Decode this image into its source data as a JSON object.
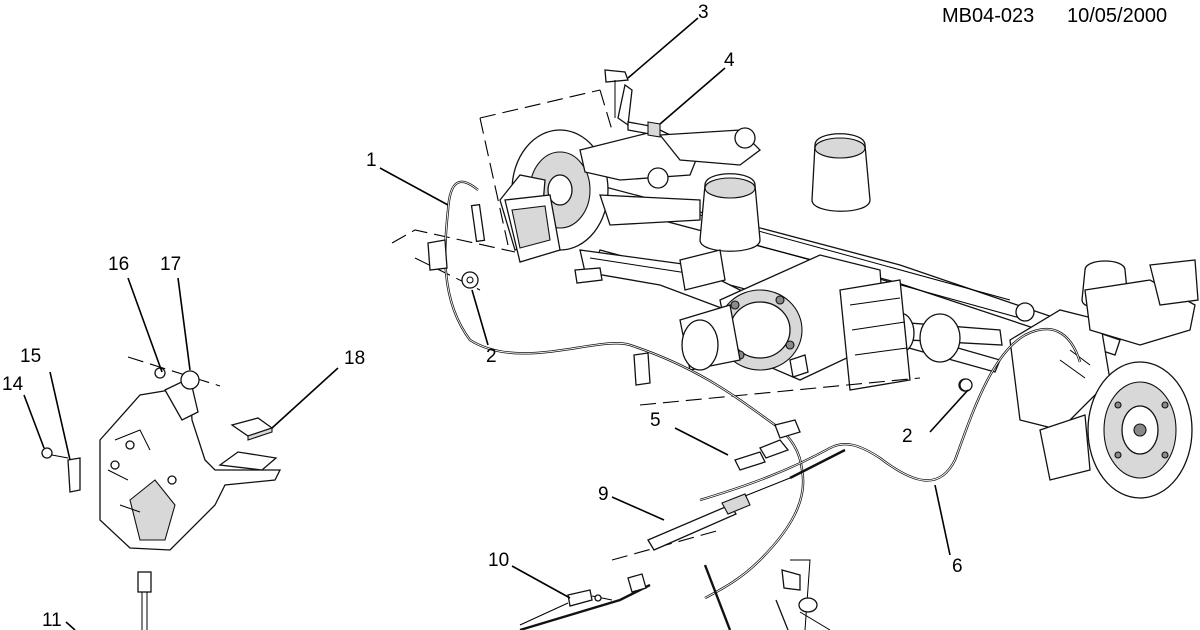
{
  "header": {
    "code": "MB04-023",
    "date": "10/05/2000"
  },
  "callouts": [
    "1",
    "2",
    "2",
    "3",
    "4",
    "5",
    "6",
    "9",
    "10",
    "11",
    "14",
    "15",
    "16",
    "17",
    "18"
  ]
}
